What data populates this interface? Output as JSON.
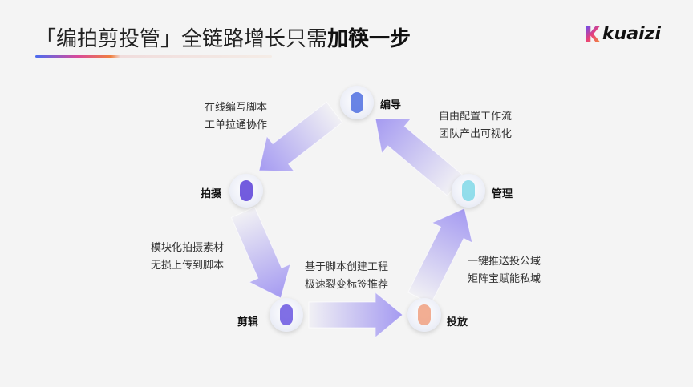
{
  "header": {
    "title_regular": "「编拍剪投管」全链路增长只需",
    "title_bold": "加筷一步",
    "logo_text": "kuaizi"
  },
  "nodes": [
    {
      "id": "editor",
      "label": "编导",
      "color": "#4f6fe0"
    },
    {
      "id": "shoot",
      "label": "拍摄",
      "color": "#5a3fd8"
    },
    {
      "id": "cut",
      "label": "剪辑",
      "color": "#6a56e0"
    },
    {
      "id": "deliver",
      "label": "投放",
      "color": "#f0a080"
    },
    {
      "id": "manage",
      "label": "管理",
      "color": "#80d8e8"
    }
  ],
  "descriptions": [
    {
      "lines": [
        "在线编写脚本",
        "工单拉通协作"
      ]
    },
    {
      "lines": [
        "自由配置工作流",
        "团队产出可视化"
      ]
    },
    {
      "lines": [
        "模块化拍摄素材",
        "无损上传到脚本"
      ]
    },
    {
      "lines": [
        "基于脚本创建工程",
        "极速裂变标签推荐"
      ]
    },
    {
      "lines": [
        "一键推送投公域",
        "矩阵宝赋能私域"
      ]
    }
  ],
  "colors": {
    "arrow": "#8a7cf0"
  }
}
